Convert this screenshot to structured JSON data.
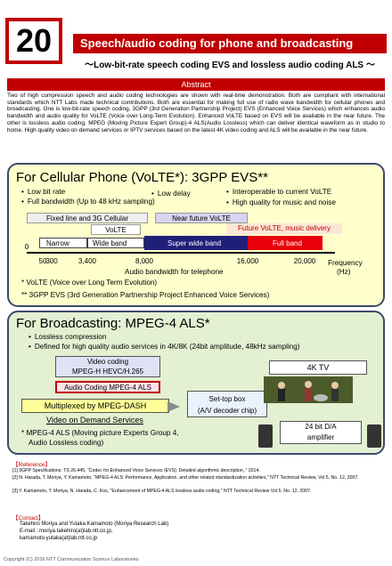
{
  "header": {
    "number": "20",
    "title": "Speech/audio coding for phone and broadcasting",
    "subtitle": "〜Low-bit-rate speech coding EVS and lossless audio coding ALS 〜"
  },
  "abstract": {
    "heading": "Abstract",
    "text": "Two of high compression speech and audio coding technologies are shown with real-time demonstration. Both are compliant with international standards which NTT Labs made technical contributions. Both are essential for making full use of radio wave bandwidth for cellular phones and broadcasting. One is low-bit-rate speech coding, 3GPP (3rd Generation Partnership Project) EVS (Enhanced Voice Services) which enhances audio bandwidth and audio quality for VoLTE (Voice over Long-Term Evolution). Enhanced VoLTE based on EVS will be available in the near future. The other is lossless audio coding, MPEG (Moving Picture Expert Group)-4 ALS(Audio Lossless) which can deliver identical waveform as in studio to home. High quality video on demand services or IPTV services based on the latest 4K video coding and ALS will be available in the near future."
  },
  "cellular": {
    "title": "For Cellular Phone (VoLTE*): 3GPP EVS**",
    "bullets_left": [
      "Low bit rate",
      "Full bandwidth  (Up to 48 kHz sampling)"
    ],
    "bullet_mid": "Low delay",
    "bullets_right": [
      "Interoperable to current VoLTE",
      "High quality for music and noise"
    ],
    "tags": {
      "fixed": "Fixed line and 3G Cellular",
      "near_future": "Near future VoLTE",
      "volte": "VoLTE",
      "future": "Future VoLTE, music delivery"
    },
    "bands": {
      "narrow": "Narrow",
      "wide": "Wide band",
      "super_wide": "Super wide band",
      "full": "Full band"
    },
    "ticks": [
      "0",
      "50",
      "300",
      "3,400",
      "8,000",
      "16,000",
      "20,000"
    ],
    "axis_unit": "Frequency",
    "axis_unit2": "(Hz)",
    "axis_caption": "Audio bandwidth for telephone",
    "note1_mark": "*",
    "note1": "VoLTE (Voice over Long Term Evolution)",
    "note2_mark": "**",
    "note2": "3GPP EVS (3rd Generation Partnership Project Enhanced Voice Services)",
    "colors": {
      "volte_tag": "#ffffff",
      "near_tag": "#d9d4ef",
      "future_text": "#c00000",
      "narrow": "#ffffff",
      "wide": "#ffffff",
      "super_wide": "#1f1f7a",
      "full": "#e8000a"
    }
  },
  "broadcasting": {
    "title": "For Broadcasting: MPEG-4 ALS*",
    "bullets": [
      "Lossless compression",
      "Defined for high quality audio services in 4K/8K (24bit amplitude, 48kHz sampling)"
    ],
    "video_coding": [
      "Video coding",
      "MPEG-H HEVC/H.265"
    ],
    "audio_coding": "Audio Coding MPEG-4 ALS",
    "multiplex": "Multiplexed by MPEG-DASH",
    "settop": [
      "Set-top box",
      "(A/V decoder chip)"
    ],
    "tv": "4K TV",
    "amp": [
      "24 bit D/A",
      "amplifier"
    ],
    "vod": "Video on Demand Services",
    "note_mark": "*",
    "note": [
      "MPEG-4 ALS (Moving picture Experts Group 4,",
      "Audio Lossless coding)"
    ]
  },
  "reference": {
    "heading": "【Reference】",
    "items": [
      "[1] 3GPP Specifications: TS 26.445, “Codec for Enhanced Voice Services (EVS); Detailed algorithmic description ,” 2014.",
      "[2] N. Harada, T. Moriya, Y. Kamamoto, \"MPEG-4 ALS: Performance, Application, and other related standardization activities,\" NTT Technical Review, Vol.5, No. 12, 2007.",
      "[3] Y. Kamamoto, T. Moriya, N. Harada, C. Kos, \"Enhancement of MPEG-4 ALS lossless audio coding,\" NTT Technical Review Vol.5, No. 12, 2007."
    ]
  },
  "contact": {
    "heading": "【Contact】",
    "names": "Takehiro Moriya and Yutaka Kamamoto (Moriya Research Lab)",
    "email_label": "E-mail : moriya.takehiro(at)lab.ntt.co.jp,",
    "email2": "kamamoto.yutaka(at)lab.ntt.co.jp"
  },
  "copyright": "Copyright (C) 2016 NTT Communication Science Laboratories"
}
